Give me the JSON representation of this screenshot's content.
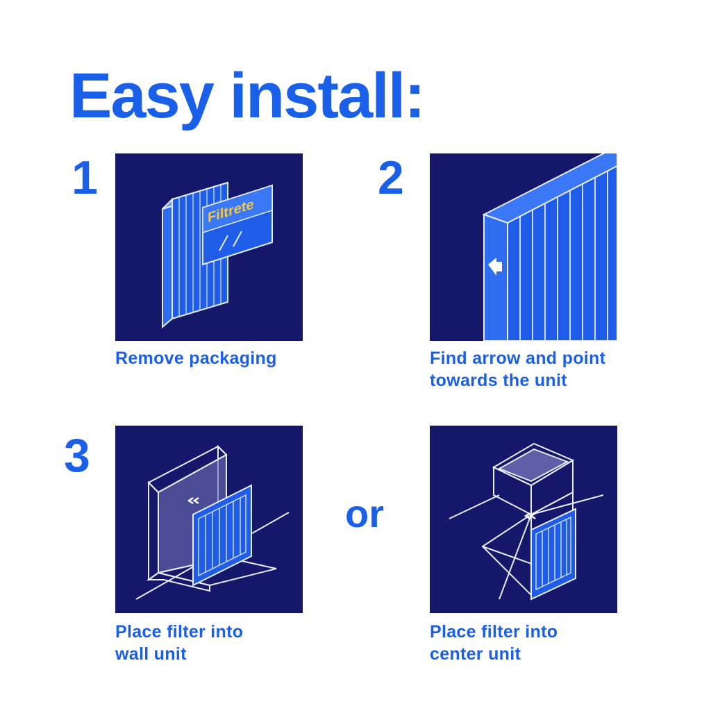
{
  "title": "Easy install:",
  "steps": [
    {
      "number": "1",
      "caption": [
        "Remove packaging"
      ]
    },
    {
      "number": "2",
      "caption": [
        "Find arrow and point",
        "towards the unit"
      ]
    },
    {
      "number": "3",
      "caption": [
        "Place filter into",
        "wall unit"
      ]
    },
    {
      "number": "",
      "caption": [
        "Place filter into",
        "center unit"
      ]
    }
  ],
  "or_label": "or",
  "brand_label": "Filtrete",
  "colors": {
    "accent": "#1a5fe8",
    "panel": "#15176b",
    "brand_gold": "#f2c94c"
  }
}
